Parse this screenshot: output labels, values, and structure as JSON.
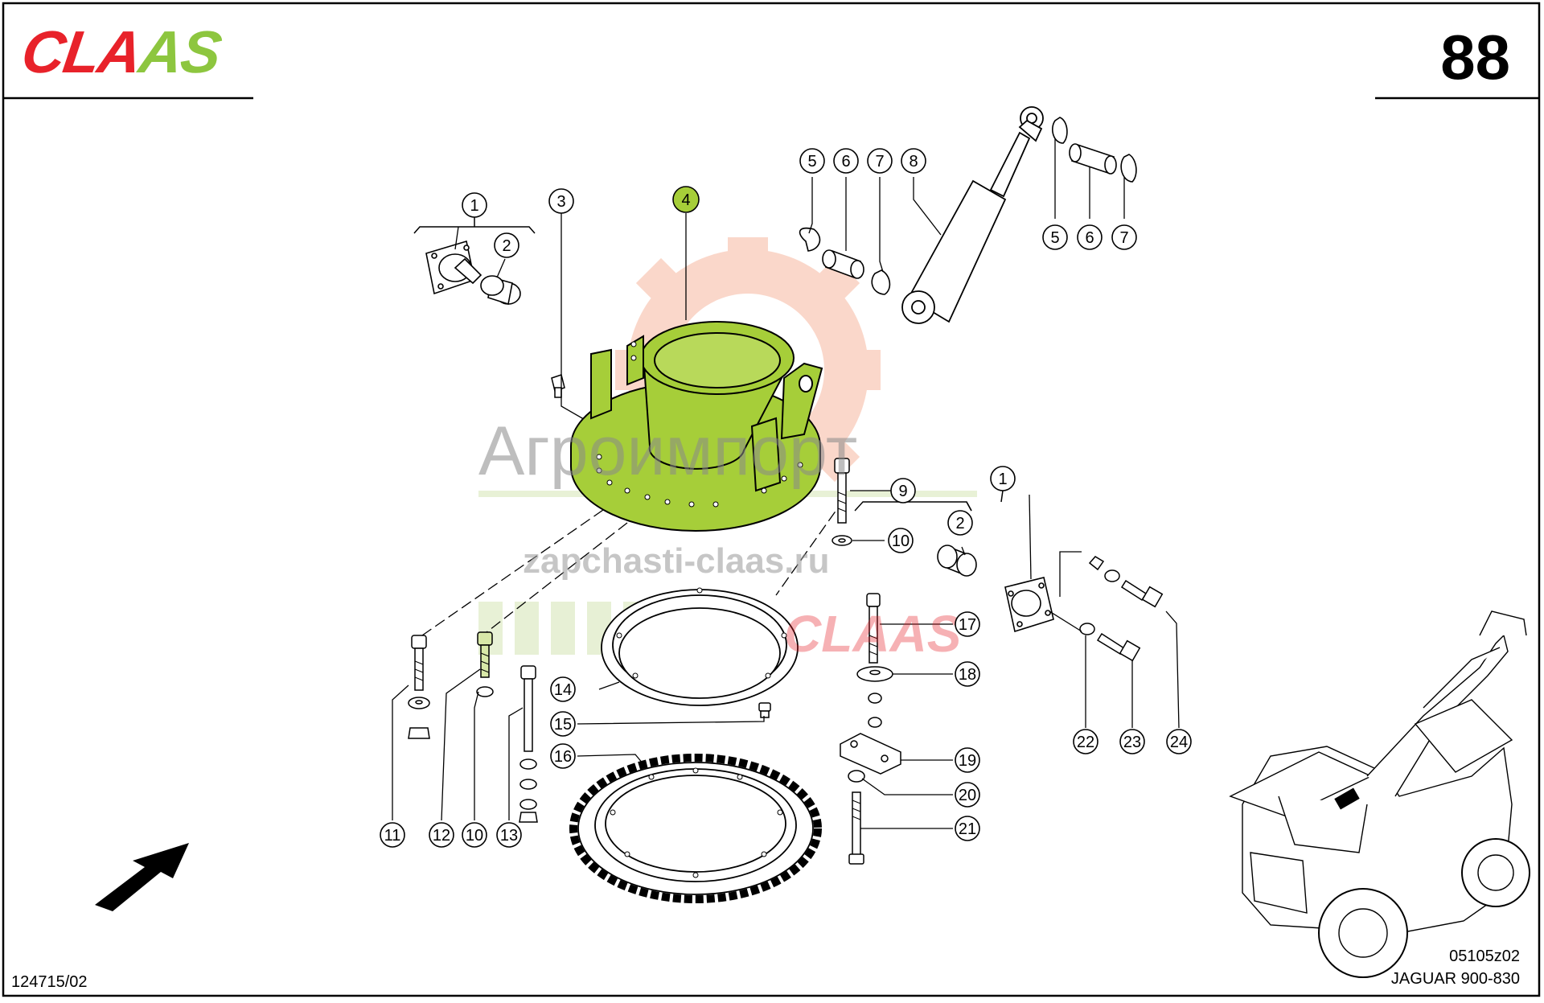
{
  "header": {
    "brand_main": "CLA",
    "brand_tail": "AS",
    "page_number": "88"
  },
  "footer": {
    "drawing_id": "124715/02",
    "figure_code": "05105z02",
    "model": "JAGUAR 900-830"
  },
  "watermarks": {
    "company": "Агроимпорт",
    "site": "zapchasti-claas.ru",
    "brand": "CLAAS"
  },
  "colors": {
    "brand_red": "#e8222a",
    "brand_green": "#8dc63f",
    "highlight_part": "#a6ce39"
  },
  "callouts": {
    "c1a": "1",
    "c2a": "2",
    "c3": "3",
    "c4": "4",
    "c5a": "5",
    "c6a": "6",
    "c7a": "7",
    "c8": "8",
    "c5b": "5",
    "c6b": "6",
    "c7b": "7",
    "c9": "9",
    "c10a": "10",
    "c1b": "1",
    "c2b": "2",
    "c17": "17",
    "c18": "18",
    "c14": "14",
    "c15": "15",
    "c16": "16",
    "c19": "19",
    "c20": "20",
    "c21": "21",
    "c11": "11",
    "c12": "12",
    "c10b": "10",
    "c13": "13",
    "c22": "22",
    "c23": "23",
    "c24": "24"
  }
}
